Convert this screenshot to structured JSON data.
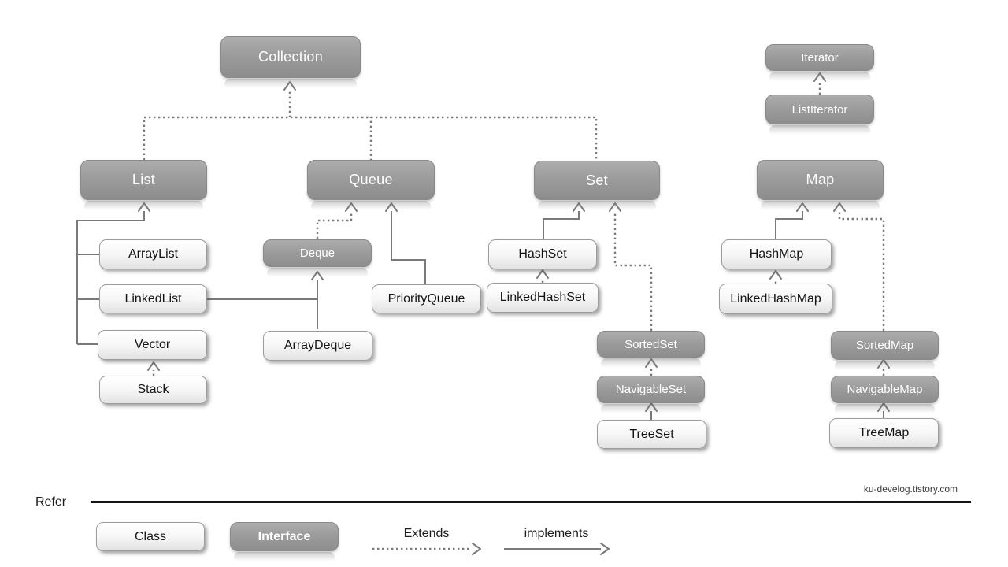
{
  "page": {
    "watermark": "ku-develog.tistory.com"
  },
  "nodes": {
    "collection": "Collection",
    "iterator": "Iterator",
    "list_iterator": "ListIterator",
    "list": "List",
    "queue": "Queue",
    "set": "Set",
    "map": "Map",
    "array_list": "ArrayList",
    "linked_list": "LinkedList",
    "vector": "Vector",
    "stack": "Stack",
    "deque": "Deque",
    "priority_queue": "PriorityQueue",
    "array_deque": "ArrayDeque",
    "hash_set": "HashSet",
    "linked_hash_set": "LinkedHashSet",
    "sorted_set": "SortedSet",
    "navigable_set": "NavigableSet",
    "tree_set": "TreeSet",
    "hash_map": "HashMap",
    "linked_hash_map": "LinkedHashMap",
    "sorted_map": "SortedMap",
    "navigable_map": "NavigableMap",
    "tree_map": "TreeMap"
  },
  "edges": [
    {
      "from": "List",
      "to": "Collection",
      "type": "extends"
    },
    {
      "from": "Queue",
      "to": "Collection",
      "type": "extends"
    },
    {
      "from": "Set",
      "to": "Collection",
      "type": "extends"
    },
    {
      "from": "ListIterator",
      "to": "Iterator",
      "type": "extends"
    },
    {
      "from": "ArrayList",
      "to": "List",
      "type": "implements"
    },
    {
      "from": "LinkedList",
      "to": "List",
      "type": "implements"
    },
    {
      "from": "Vector",
      "to": "List",
      "type": "implements"
    },
    {
      "from": "Stack",
      "to": "Vector",
      "type": "extends"
    },
    {
      "from": "LinkedList",
      "to": "Deque",
      "type": "implements"
    },
    {
      "from": "ArrayDeque",
      "to": "Deque",
      "type": "implements"
    },
    {
      "from": "Deque",
      "to": "Queue",
      "type": "extends"
    },
    {
      "from": "PriorityQueue",
      "to": "Queue",
      "type": "implements"
    },
    {
      "from": "HashSet",
      "to": "Set",
      "type": "implements"
    },
    {
      "from": "LinkedHashSet",
      "to": "HashSet",
      "type": "extends"
    },
    {
      "from": "SortedSet",
      "to": "Set",
      "type": "extends"
    },
    {
      "from": "NavigableSet",
      "to": "SortedSet",
      "type": "extends"
    },
    {
      "from": "TreeSet",
      "to": "NavigableSet",
      "type": "implements"
    },
    {
      "from": "HashMap",
      "to": "Map",
      "type": "implements"
    },
    {
      "from": "LinkedHashMap",
      "to": "HashMap",
      "type": "extends"
    },
    {
      "from": "SortedMap",
      "to": "Map",
      "type": "extends"
    },
    {
      "from": "NavigableMap",
      "to": "SortedMap",
      "type": "extends"
    },
    {
      "from": "TreeMap",
      "to": "NavigableMap",
      "type": "implements"
    }
  ],
  "legend": {
    "refer_label": "Refer",
    "class_label": "Class",
    "interface_label": "Interface",
    "extends_label": "Extends",
    "implements_label": "implements"
  },
  "colors": {
    "interface_fill": "#9a9a9a",
    "class_fill": "#f2f2f2",
    "connector": "#7a7a7a",
    "rule": "#141414"
  }
}
